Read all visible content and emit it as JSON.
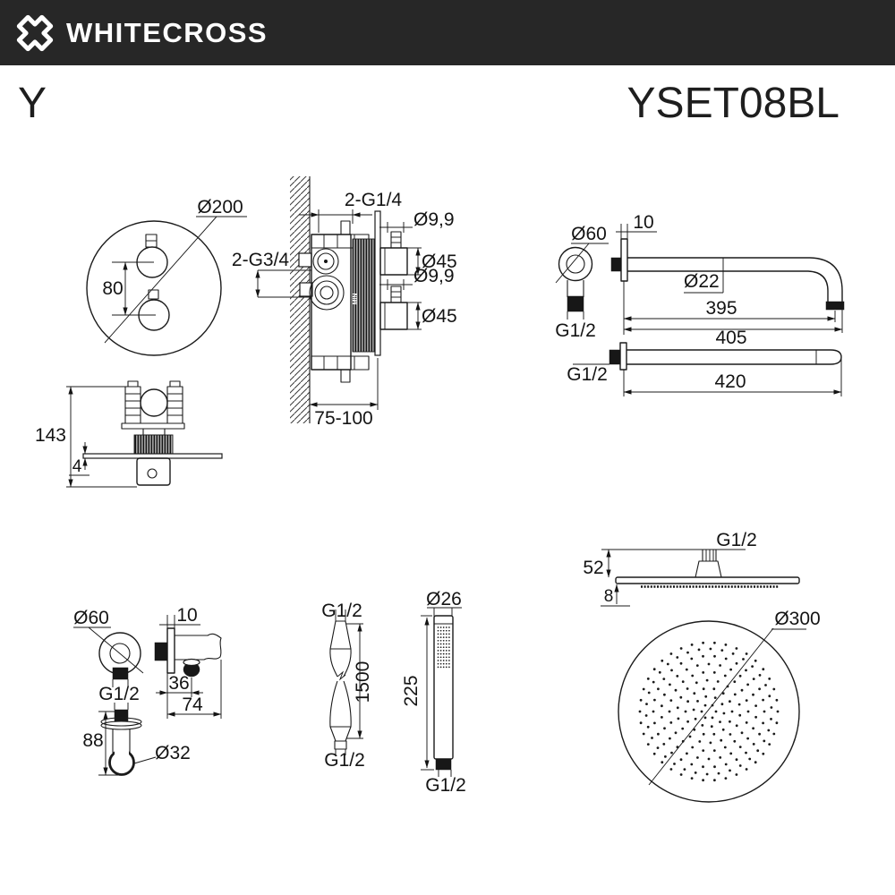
{
  "header": {
    "brand": "WHITECROSS"
  },
  "title": {
    "series": "Y",
    "model": "YSET08BL"
  },
  "thermostat_front": {
    "diameter": "Ø200",
    "handle_spacing": "80",
    "inlets": "2-G3/4"
  },
  "thermostat_side": {
    "outlets": "2-G1/4",
    "stem_top": "Ø9,9",
    "handle_top": "Ø45",
    "stem_bottom": "Ø9,9",
    "handle_bottom": "Ø45",
    "install_depth": "75-100",
    "min_mark": "MIN"
  },
  "thermostat_top": {
    "height": "143",
    "plate_thickness": "4"
  },
  "shower_arm": {
    "flange_diameter": "Ø60",
    "flange_thread": "G1/2",
    "wall_plate": "10",
    "pipe_diameter": "Ø22",
    "length_to_bend": "395",
    "length_overall": "405",
    "straight_thread": "G1/2",
    "straight_length": "420"
  },
  "outlet_elbow": {
    "flange_diameter": "Ø60",
    "thread": "G1/2",
    "wall_plate": "10",
    "stub_offset": "36",
    "depth": "74",
    "height": "88",
    "hook_diameter": "Ø32"
  },
  "hose": {
    "thread_top": "G1/2",
    "length": "1500",
    "thread_bottom": "G1/2"
  },
  "hand_shower": {
    "diameter": "Ø26",
    "length": "225",
    "thread": "G1/2"
  },
  "head_shower": {
    "thread": "G1/2",
    "connector_height": "52",
    "plate_thickness": "8",
    "diameter": "Ø300"
  }
}
